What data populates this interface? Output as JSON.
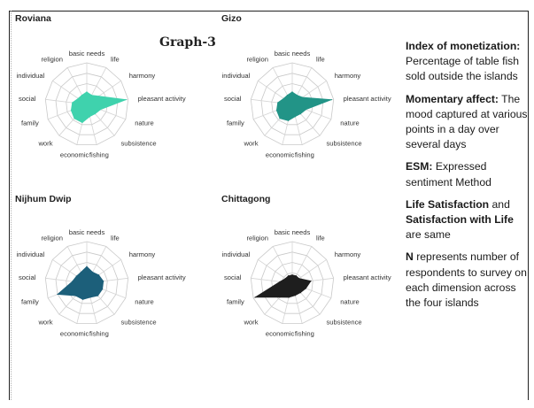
{
  "figure_title": "Graph-3",
  "chart_data": [
    {
      "type": "radar",
      "title": "Roviana",
      "categories": [
        "basic needs",
        "life",
        "harmony",
        "pleasant activity",
        "nature",
        "subsistence",
        "fishing",
        "economic",
        "work",
        "family",
        "social",
        "individual",
        "religion"
      ],
      "values": [
        0.3,
        0.25,
        0.35,
        0.95,
        0.35,
        0.3,
        0.3,
        0.45,
        0.45,
        0.4,
        0.35,
        0.25,
        0.25
      ],
      "color": "#3fd2ad",
      "grid": true
    },
    {
      "type": "radar",
      "title": "Gizo",
      "categories": [
        "basic needs",
        "life",
        "harmony",
        "pleasant activity",
        "nature",
        "subsistence",
        "fishing",
        "economic",
        "work",
        "family",
        "social",
        "individual",
        "religion"
      ],
      "values": [
        0.3,
        0.25,
        0.3,
        0.95,
        0.35,
        0.3,
        0.3,
        0.4,
        0.45,
        0.4,
        0.35,
        0.25,
        0.25
      ],
      "color": "#229487",
      "grid": true
    },
    {
      "type": "radar",
      "title": "Nijhum Dwip",
      "categories": [
        "basic needs",
        "life",
        "harmony",
        "pleasant activity",
        "nature",
        "subsistence",
        "fishing",
        "economic",
        "work",
        "family",
        "social",
        "individual",
        "religion"
      ],
      "values": [
        0.4,
        0.3,
        0.35,
        0.4,
        0.4,
        0.4,
        0.35,
        0.4,
        0.4,
        0.75,
        0.35,
        0.3,
        0.3
      ],
      "color": "#1c5f7a",
      "grid": true
    },
    {
      "type": "radar",
      "title": "Chittagong",
      "categories": [
        "basic needs",
        "life",
        "harmony",
        "pleasant activity",
        "nature",
        "subsistence",
        "fishing",
        "economic",
        "work",
        "family",
        "social",
        "individual",
        "religion"
      ],
      "values": [
        0.2,
        0.2,
        0.2,
        0.45,
        0.35,
        0.3,
        0.3,
        0.35,
        0.45,
        0.95,
        0.3,
        0.2,
        0.2
      ],
      "color": "#1e1e1e",
      "grid": true
    }
  ],
  "notes": [
    {
      "term": "Index of monetization:",
      "text": " Percentage of table fish sold outside the islands"
    },
    {
      "term": "Momentary affect:",
      "text": " The mood captured at various points in a day over several days"
    },
    {
      "term": "ESM:",
      "text": " Expressed sentiment Method"
    },
    {
      "term": "Life Satisfaction",
      "mid": " and ",
      "term2": "Satisfaction with Life",
      "text": " are same"
    },
    {
      "term": "N",
      "text": " represents number of respondents to survey on each dimension across the four islands"
    }
  ]
}
